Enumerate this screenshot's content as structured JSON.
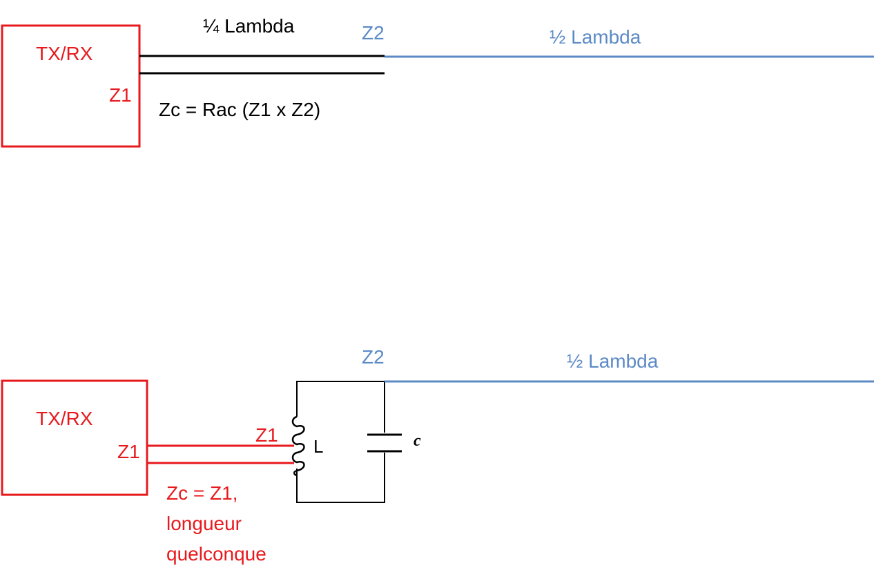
{
  "colors": {
    "red": "#e8191d",
    "blue": "#5b8ac6",
    "black": "#000000"
  },
  "top": {
    "box_label": "TX/RX",
    "z1": "Z1",
    "line_label": "¼ Lambda",
    "z2": "Z2",
    "antenna_label": "½ Lambda",
    "formula": "Zc = Rac (Z1 x Z2)"
  },
  "bottom": {
    "box_label": "TX/RX",
    "z1_box": "Z1",
    "z1_coil": "Z1",
    "inductor": "L",
    "capacitor": "C",
    "z2": "Z2",
    "antenna_label": "½ Lambda",
    "note": [
      "Zc = Z1,",
      "longueur",
      "quelconque"
    ]
  }
}
